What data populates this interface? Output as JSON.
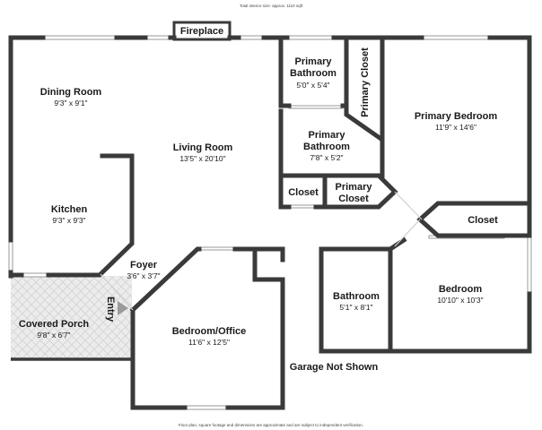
{
  "header_note": "Total interior size: approx. 1110 sqft",
  "footer_note": "Floor plan, square footage and dimensions are approximate and are subject to independent verification.",
  "rooms": {
    "fireplace": {
      "name": "Fireplace"
    },
    "primary_bath_1": {
      "name": "Primary Bathroom",
      "line1": "Primary",
      "line2": "Bathroom",
      "dims": "5'0\" x 5'4\""
    },
    "primary_closet_1": {
      "name": "Primary Closet"
    },
    "primary_bedroom": {
      "name": "Primary Bedroom",
      "dims": "11'9\" x 14'6\""
    },
    "dining_room": {
      "name": "Dining Room",
      "dims": "9'3\" x 9'1\""
    },
    "living_room": {
      "name": "Living Room",
      "dims": "13'5\" x 20'10\""
    },
    "primary_bath_2": {
      "name": "Primary Bathroom",
      "line1": "Primary",
      "line2": "Bathroom",
      "dims": "7'8\" x 5'2\""
    },
    "closet_1": {
      "name": "Closet"
    },
    "primary_closet_2": {
      "name": "Primary Closet",
      "line1": "Primary",
      "line2": "Closet"
    },
    "closet_2": {
      "name": "Closet"
    },
    "kitchen": {
      "name": "Kitchen",
      "dims": "9'3\" x 9'3\""
    },
    "foyer": {
      "name": "Foyer",
      "dims": "3'6\" x 3'7\""
    },
    "entry": {
      "name": "Entry"
    },
    "covered_porch": {
      "name": "Covered Porch",
      "dims": "9'8\" x 6'7\""
    },
    "bedroom_office": {
      "name": "Bedroom/Office",
      "dims": "11'6\" x 12'5\""
    },
    "bathroom": {
      "name": "Bathroom",
      "dims": "5'1\" x 8'1\""
    },
    "bedroom": {
      "name": "Bedroom",
      "dims": "10'10\" x 10'3\""
    }
  },
  "garage_note": "Garage Not Shown",
  "colors": {
    "wall": "#3a3a3a",
    "porch_fill": "#e8e8e8",
    "text": "#1a1a1a"
  }
}
